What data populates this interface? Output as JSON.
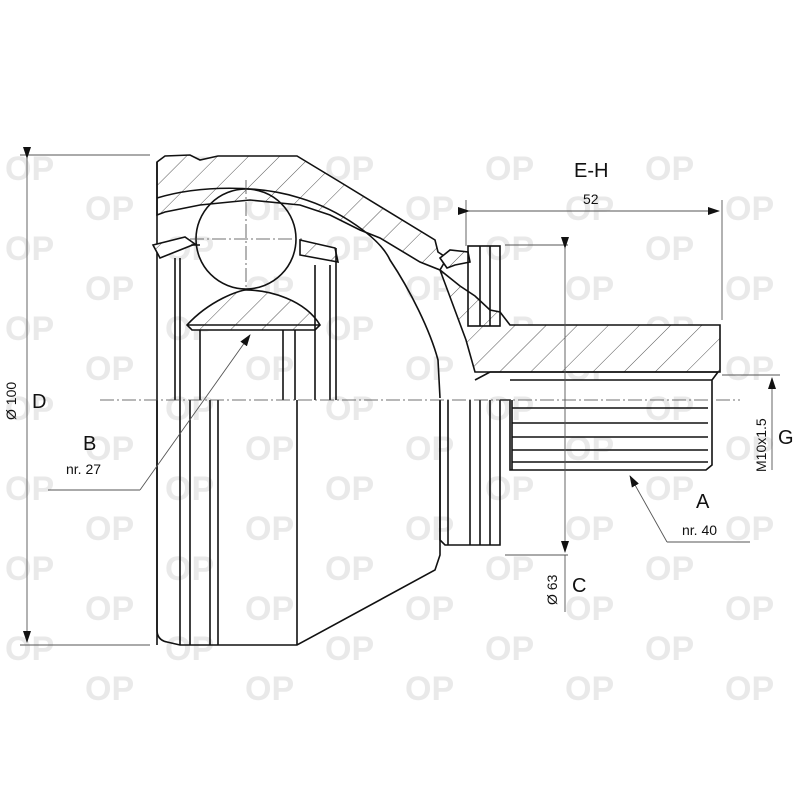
{
  "drawing": {
    "type": "CV joint kit technical drawing (outer joint)",
    "watermark": "OP",
    "labels": {
      "D": "D",
      "D_value": "Ø 100",
      "B": "B",
      "B_value": "nr. 27",
      "EH": "E-H",
      "EH_value": "52",
      "G": "G",
      "G_value": "M10x1.5",
      "A": "A",
      "A_value": "nr. 40",
      "C": "C",
      "C_value": "Ø 63"
    },
    "colors": {
      "line": "#111111",
      "dimension": "#555555",
      "watermark": "#e9e9e9",
      "background": "#ffffff"
    }
  }
}
